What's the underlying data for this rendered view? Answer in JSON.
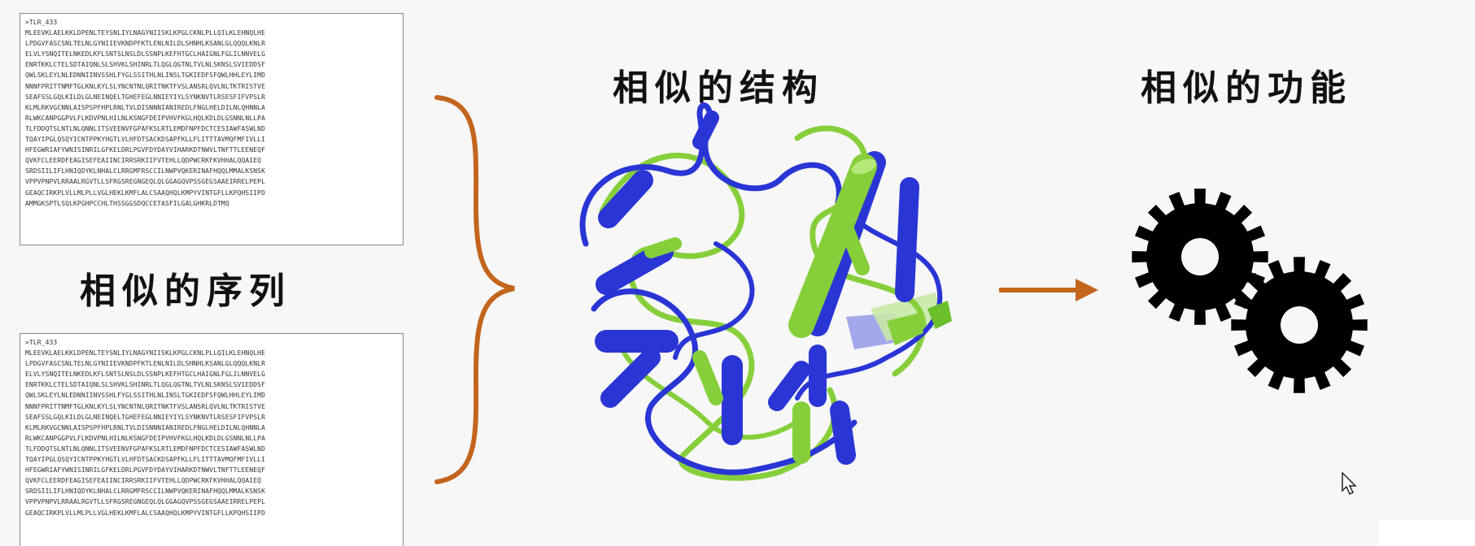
{
  "sequence_blocks": [
    {
      "lines": [
        ">TLR_433",
        "MLEEVKLAELKKLDPENLTEYSNLIYLNAGYNIISKLKPGLCKNLPLLQILKLEHNQLHE",
        "LPDGVFASCSNLTELNLGYNIIEVKNDPFKTLENLNILDLSHNHLKSANLGLQQQLKNLR",
        "ELVLYSNQITELNKEDLKFLSNTSLNSLDLSSNPLKEFHTGCLHAIGNLFGLILNNVELG",
        "ENRTKKLCTELSDTAIQNLSLSHVKLSHINRLTLQGLQGTNLTVLNLSKNSLSVIEDDSF",
        "QWLSKLEYLNLEDNNIINVSSHLFYGLSSITHLNLINSLTGKIEDFSFQWLHHLEYLIMD",
        "NNNFPRITTNMFTGLKNLKYLSLYNCNTNLQRITNKTFVSLANSRLQVLNLTKTRISTVE",
        "SEAFSSLGQLKILDLGLNEINQELTGHEFEGLNNIEYIYLSYNKNVTLRSESFIFVPSLR",
        "KLMLRKVGCNNLAISPSPFHPLRNLTVLDISNNNIANIREDLFNGLHELDILNLQHNNLA",
        "RLWKCANPGGPVLFLKDVPNLHILNLKSNGFDEIPVHVFKGLHQLKDLDLGSNNLNLLPA",
        "TLFDDQTSLNTLNLQNNLITSVEENVFGPAFKSLRTLEMDFNPFDCTCESIAWFASWLND",
        "TQAYIPGLQSQYICNTPPKYHGTLVLHFDTSACKDSAPFKLLFLITTTAVMQFMFIVLLI",
        "HFEGWRIAFYWNISINRILGFKELDRLPGVFDYDAYVIHARKDTNWVLTNFTTLEENEQF",
        "QVKFCLEERDFEAGISEFEAIINCIRRSRKIIFVTEHLLQDPWCRKFKVHHALQQAIEQ",
        "SRDSIILIFLHNIQDYKLNHALCLRRGMFRSCCILNWPVQKERINAFHQQLMMALKSNSK",
        "VPPVPNPVLRRAALRGVTLLSFRGSREGNGEQLQLGGAGQVPSSGEGSAAEIRRELPEPL",
        "GEAQCIRKPLVLLMLPLLVGLHEKLKMFLALCSAAQHQLKMPYVINTGFLLKPQHSIIPD",
        "AMMGKSPTLSQLKPGHPCCHLTHSSGGSDQCCETASFILGALGHKRLDTMQ"
      ]
    },
    {
      "lines": [
        ">TLR_433",
        "MLEEVKLAELKKLDPENLTEYSNLIYLNAGYNIISKLKPGLCKNLPLLQILKLEHNQLHE",
        "LPDGVFASCSNLTELNLGYNIIEVKNDPFKTLENLNILDLSHNHLKSANLGLQQQLKNLR",
        "ELVLYSNQITELNKEDLKFLSNTSLNSLDLSSNPLKEFHTGCLHAIGNLFGLILNNVELG",
        "ENRTKKLCTELSDTAIQNLSLSHVKLSHINRLTLQGLQGTNLTVLNLSKNSLSVIEDDSF",
        "QWLSKLEYLNLEDNNIINVSSHLFYGLSSITHLNLINSLTGKIEDFSFQWLHHLEYLIMD",
        "NNNFPRITTNMFTGLKNLKYLSLYNCNTNLQRITNKTFVSLANSRLQVLNLTKTRISTVE",
        "SEAFSSLGQLKILDLGLNEINQELTGHEFEGLNNIEYIYLSYNKNVTLRSESFIFVPSLR",
        "KLMLRKVGCNNLAISPSPFHPLRNLTVLDISNNNIANIREDLFNGLHELDILNLQHNNLA",
        "RLWKCANPGGPVLFLKDVPNLHILNLKSNGFDEIPVHVFKGLHQLKDLDLGSNNLNLLPA",
        "TLFDDQTSLNTLNLQNNLITSVEENVFGPAFKSLRTLEMDFNPFDCTCESIAWFASWLND",
        "TQAYIPGLQSQYICNTPPKYHGTLVLHFDTSACKDSAPFKLLFLITTTAVMQFMFIVLLI",
        "HFEGWRIAFYWNISINRILGFKELDRLPGVFDYDAYVIHARKDTNWVLTNFTTLEENEQF",
        "QVKFCLEERDFEAGISEFEAIINCIRRSRKIIFVTEHLLQDPWCRKFKVHHALQQAIEQ",
        "SRDSIILIFLHNIQDYKLNHALCLRRGMFRSCCILNWPVQKERINAFHQQLMMALKSNSK",
        "VPPVPNPVLRRAALRGVTLLSFRGSREGNGEQLQLGGAGQVPSSGEGSAAEIRRELPEPL",
        "GEAQCIRKPLVLLMLPLLVGLHEKLKMFLALCSAAQHQLKMPYVINTGFLLKPQHSIIPD"
      ]
    }
  ],
  "captions": {
    "similar_sequence": "相似的序列",
    "similar_structure": "相似的结构",
    "similar_function": "相似的功能"
  },
  "icons": {
    "brace": "curly-brace-icon",
    "arrow": "right-arrow-icon",
    "gears": "gears-icon",
    "protein": "protein-structure-icon",
    "cursor": "mouse-cursor-icon"
  },
  "colors": {
    "accent": "#c4651e",
    "helix_blue": "#2a35d6",
    "helix_green": "#86cf3b",
    "gear": "#000000"
  }
}
